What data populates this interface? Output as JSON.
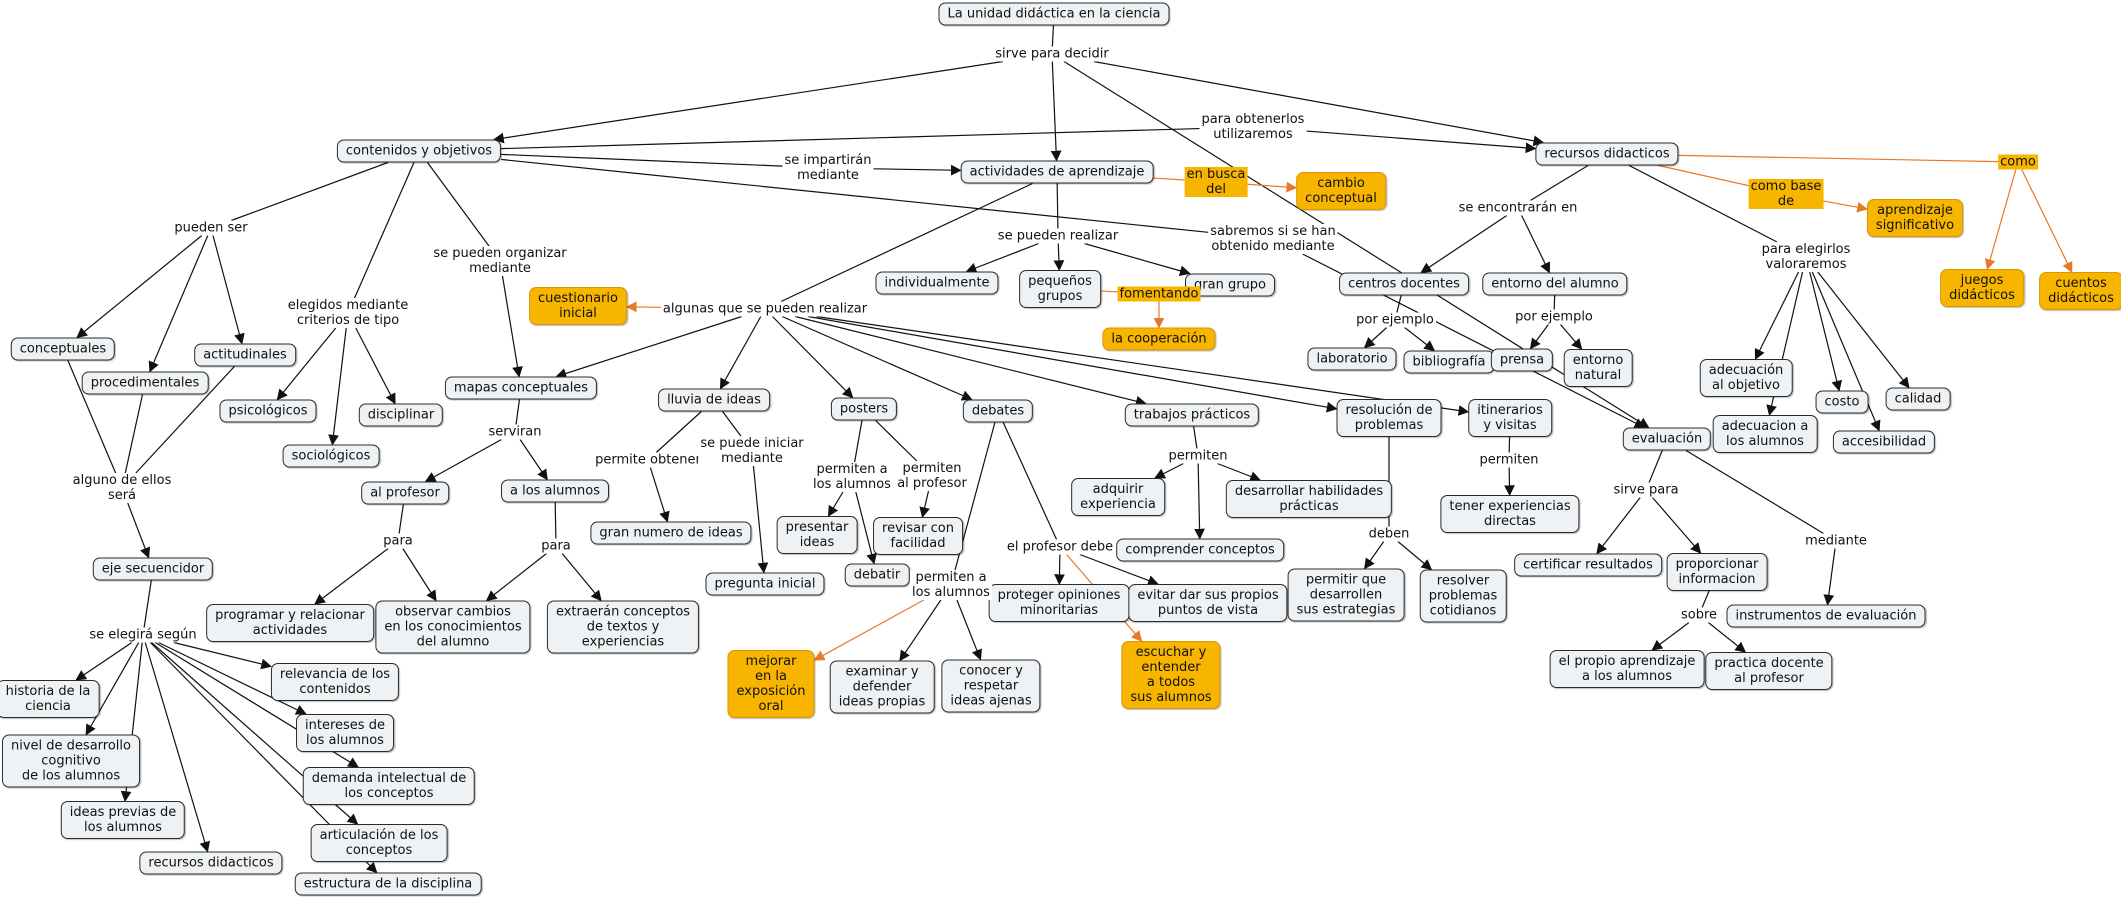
{
  "colors": {
    "node_fill": "#eef2f4",
    "node_border": "#2b2b2b",
    "highlight_fill": "#f7b500",
    "link": "#111111",
    "highlight_link": "#e8782a"
  },
  "nodes": {
    "unidad": {
      "text": "La unidad didáctica en la ciencia"
    },
    "contenidos": {
      "text": "contenidos y objetivos"
    },
    "actividades": {
      "text": "actividades de aprendizaje"
    },
    "recursos": {
      "text": "recursos didacticos"
    },
    "cambio": {
      "text": "cambio\nconceptual",
      "highlight": true
    },
    "aprendizaje_sig": {
      "text": "aprendizaje\nsignificativo",
      "highlight": true
    },
    "juegos": {
      "text": "juegos\ndidácticos",
      "highlight": true
    },
    "cuentos": {
      "text": "cuentos\ndidácticos",
      "highlight": true
    },
    "conceptuales": {
      "text": "conceptuales"
    },
    "procedimentales": {
      "text": "procedimentales"
    },
    "actitudinales": {
      "text": "actitudinales"
    },
    "psicologicos": {
      "text": "psicológicos"
    },
    "disciplinar": {
      "text": "disciplinar"
    },
    "sociologicos": {
      "text": "sociológicos"
    },
    "mapas": {
      "text": "mapas conceptuales"
    },
    "al_profesor": {
      "text": "al profesor"
    },
    "a_alumnos": {
      "text": "a los alumnos"
    },
    "programar": {
      "text": "programar y relacionar\nactividades"
    },
    "observar": {
      "text": "observar cambios\nen los conocimientos\ndel alumno"
    },
    "extraeran": {
      "text": "extraerán conceptos\nde textos y\nexperiencias"
    },
    "eje": {
      "text": "eje secuencidor"
    },
    "historia": {
      "text": "historia de la\nciencia"
    },
    "nivel": {
      "text": "nivel de desarrollo\ncognitivo\nde los alumnos"
    },
    "ideas_previas": {
      "text": "ideas previas de\nlos alumnos"
    },
    "recursos_did2": {
      "text": "recursos didacticos"
    },
    "relevancia": {
      "text": "relevancia de los\ncontenidos"
    },
    "intereses": {
      "text": "intereses de\nlos alumnos"
    },
    "demanda": {
      "text": "demanda intelectual de\nlos conceptos"
    },
    "articulacion": {
      "text": "articulación de los\nconceptos"
    },
    "estructura": {
      "text": "estructura de la disciplina"
    },
    "cuestionario": {
      "text": "cuestionario\ninicial",
      "highlight": true
    },
    "individualmente": {
      "text": "individualmente"
    },
    "pequenos": {
      "text": "pequeños\ngrupos"
    },
    "gran_grupo": {
      "text": "gran grupo"
    },
    "cooperacion": {
      "text": "la cooperación",
      "highlight": true
    },
    "lluvia": {
      "text": "lluvia de ideas"
    },
    "gran_numero": {
      "text": "gran numero de ideas"
    },
    "pregunta": {
      "text": "pregunta inicial"
    },
    "posters": {
      "text": "posters"
    },
    "presentar": {
      "text": "presentar\nideas"
    },
    "revisar": {
      "text": "revisar con\nfacilidad"
    },
    "debatir": {
      "text": "debatir"
    },
    "debates": {
      "text": "debates"
    },
    "mejorar": {
      "text": "mejorar\nen la\nexposición\noral",
      "highlight": true
    },
    "examinar": {
      "text": "examinar y\ndefender\nideas propias"
    },
    "conocer": {
      "text": "conocer y\nrespetar\nideas ajenas"
    },
    "proteger": {
      "text": "proteger opiniones\nminoritarias"
    },
    "evitar": {
      "text": "evitar dar sus propios\npuntos de vista"
    },
    "escuchar": {
      "text": "escuchar y\nentender\na todos\nsus alumnos",
      "highlight": true
    },
    "trabajos": {
      "text": "trabajos prácticos"
    },
    "adquirir": {
      "text": "adquirir\nexperiencia"
    },
    "desarrollar": {
      "text": "desarrollar habilidades\nprácticas"
    },
    "comprender": {
      "text": "comprender conceptos"
    },
    "resolucion": {
      "text": "resolución de\nproblemas"
    },
    "permitir": {
      "text": "permitir que\ndesarrollen\nsus estrategias"
    },
    "resolver": {
      "text": "resolver\nproblemas\ncotidianos"
    },
    "itinerarios": {
      "text": "itinerarios\ny visitas"
    },
    "tener": {
      "text": "tener experiencias\ndirectas"
    },
    "centros": {
      "text": "centros docentes"
    },
    "entorno_alumno": {
      "text": "entorno del alumno"
    },
    "laboratorio": {
      "text": "laboratorio"
    },
    "bibliografia": {
      "text": "bibliografía"
    },
    "prensa": {
      "text": "prensa"
    },
    "entorno_natural": {
      "text": "entorno\nnatural"
    },
    "adecuacion_obj": {
      "text": "adecuación\nal objetivo"
    },
    "adecuacion_alum": {
      "text": "adecuacion a\nlos alumnos"
    },
    "costo": {
      "text": "costo"
    },
    "accesibilidad": {
      "text": "accesibilidad"
    },
    "calidad": {
      "text": "calidad"
    },
    "evaluacion": {
      "text": "evaluación"
    },
    "certificar": {
      "text": "certificar resultados"
    },
    "proporcionar": {
      "text": "proporcionar\ninformacion"
    },
    "instrumentos": {
      "text": "instrumentos de evaluación"
    },
    "propio": {
      "text": "el propio aprendizaje\na los alumnos"
    },
    "practica": {
      "text": "practica docente\nal profesor"
    }
  },
  "labels": {
    "sirve_decidir": {
      "text": "sirve para decidir"
    },
    "para_obtenerlos": {
      "text": "para obtenerlos\nutilizaremos"
    },
    "se_impartiran": {
      "text": "se impartirán\nmediante"
    },
    "en_busca": {
      "text": "en busca\ndel",
      "highlight": true
    },
    "como": {
      "text": "como",
      "highlight": true
    },
    "como_base": {
      "text": "como base\nde",
      "highlight": true
    },
    "sabremos": {
      "text": "sabremos si se han\nobtenido mediante"
    },
    "se_encontraran": {
      "text": "se encontrarán en"
    },
    "para_elegirlos": {
      "text": "para elegirlos\nvaloraremos"
    },
    "pueden_ser": {
      "text": "pueden ser"
    },
    "elegidos": {
      "text": "elegidos mediante\ncriterios de tipo"
    },
    "se_pueden_organizar": {
      "text": "se pueden organizar\nmediante"
    },
    "se_pueden_realizar": {
      "text": "se pueden realizar"
    },
    "fomentando": {
      "text": "fomentando",
      "highlight": true
    },
    "algunas": {
      "text": "algunas que se pueden realizar"
    },
    "por_ejemplo_1": {
      "text": "por ejemplo"
    },
    "por_ejemplo_2": {
      "text": "por ejemplo"
    },
    "alguno": {
      "text": "alguno de ellos\nserá"
    },
    "serviran": {
      "text": "serviran"
    },
    "para_1": {
      "text": "para"
    },
    "para_2": {
      "text": "para"
    },
    "se_elegira": {
      "text": "se elegirá según"
    },
    "permite_obtener": {
      "text": "permite obtener"
    },
    "se_puede_iniciar": {
      "text": "se puede iniciar\nmediante"
    },
    "permiten_alumnos": {
      "text": "permiten a\nlos alumnos"
    },
    "permiten_profesor": {
      "text": "permiten\nal profesor"
    },
    "permiten_a_alumnos2": {
      "text": "permiten a\nlos alumnos"
    },
    "el_profesor_debe": {
      "text": "el profesor debe"
    },
    "permiten_trab": {
      "text": "permiten"
    },
    "deben": {
      "text": "deben"
    },
    "permiten_itin": {
      "text": "permiten"
    },
    "sirve_para": {
      "text": "sirve para"
    },
    "mediante_eval": {
      "text": "mediante"
    },
    "sobre": {
      "text": "sobre"
    }
  }
}
